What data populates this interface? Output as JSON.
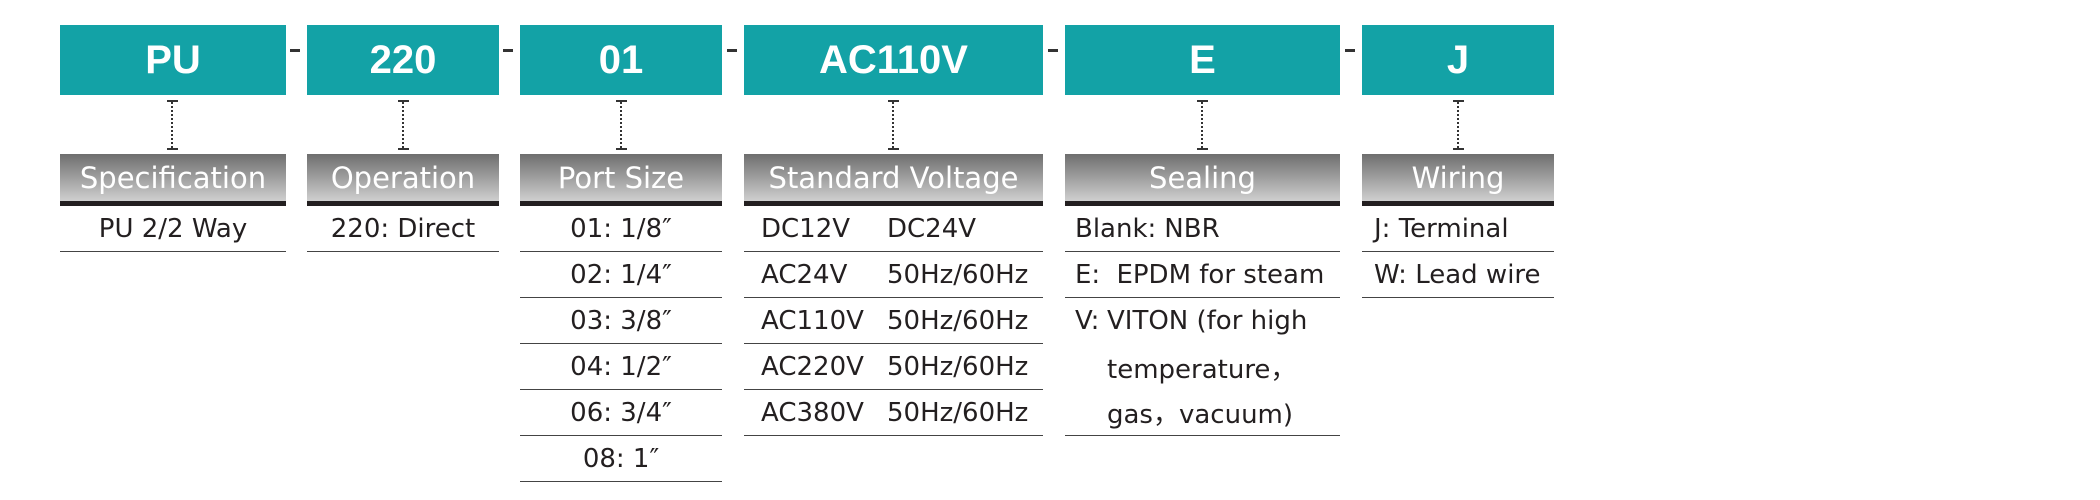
{
  "colors": {
    "code_bg": "#13a2a6",
    "category_top": "#6e6e6e",
    "category_bottom": "#cfcfcf",
    "rule": "#231f20",
    "text": "#231f20"
  },
  "codes": [
    {
      "label": "PU"
    },
    {
      "label": "220"
    },
    {
      "label": "01"
    },
    {
      "label": "AC110V"
    },
    {
      "label": "E"
    },
    {
      "label": "J"
    }
  ],
  "separator": "-",
  "categories": [
    "Specification",
    "Operation",
    "Port Size",
    "Standard Voltage",
    "Sealing",
    "Wiring"
  ],
  "specification": {
    "options": [
      "PU 2/2  Way"
    ]
  },
  "operation": {
    "options": [
      "220: Direct"
    ]
  },
  "port_size": {
    "options": [
      "01: 1/8″",
      "02: 1/4″",
      "03: 3/8″",
      "04: 1/2″",
      "06: 3/4″",
      "08: 1″"
    ]
  },
  "voltage": {
    "options": [
      {
        "code": "DC12V",
        "freq": "DC24V"
      },
      {
        "code": "AC24V",
        "freq": "50Hz/60Hz"
      },
      {
        "code": "AC110V",
        "freq": "50Hz/60Hz"
      },
      {
        "code": "AC220V",
        "freq": "50Hz/60Hz"
      },
      {
        "code": "AC380V",
        "freq": "50Hz/60Hz"
      }
    ]
  },
  "sealing": {
    "options": [
      {
        "key": "Blank:",
        "value": "NBR"
      },
      {
        "key": "E:",
        "value": " EPDM for steam"
      },
      {
        "key": "V:",
        "value": "VITON (for high"
      },
      {
        "key": "",
        "value": "temperature，"
      },
      {
        "key": "",
        "value": "gas，vacuum)"
      }
    ]
  },
  "wiring": {
    "options": [
      "J: Terminal",
      "W: Lead wire"
    ]
  }
}
